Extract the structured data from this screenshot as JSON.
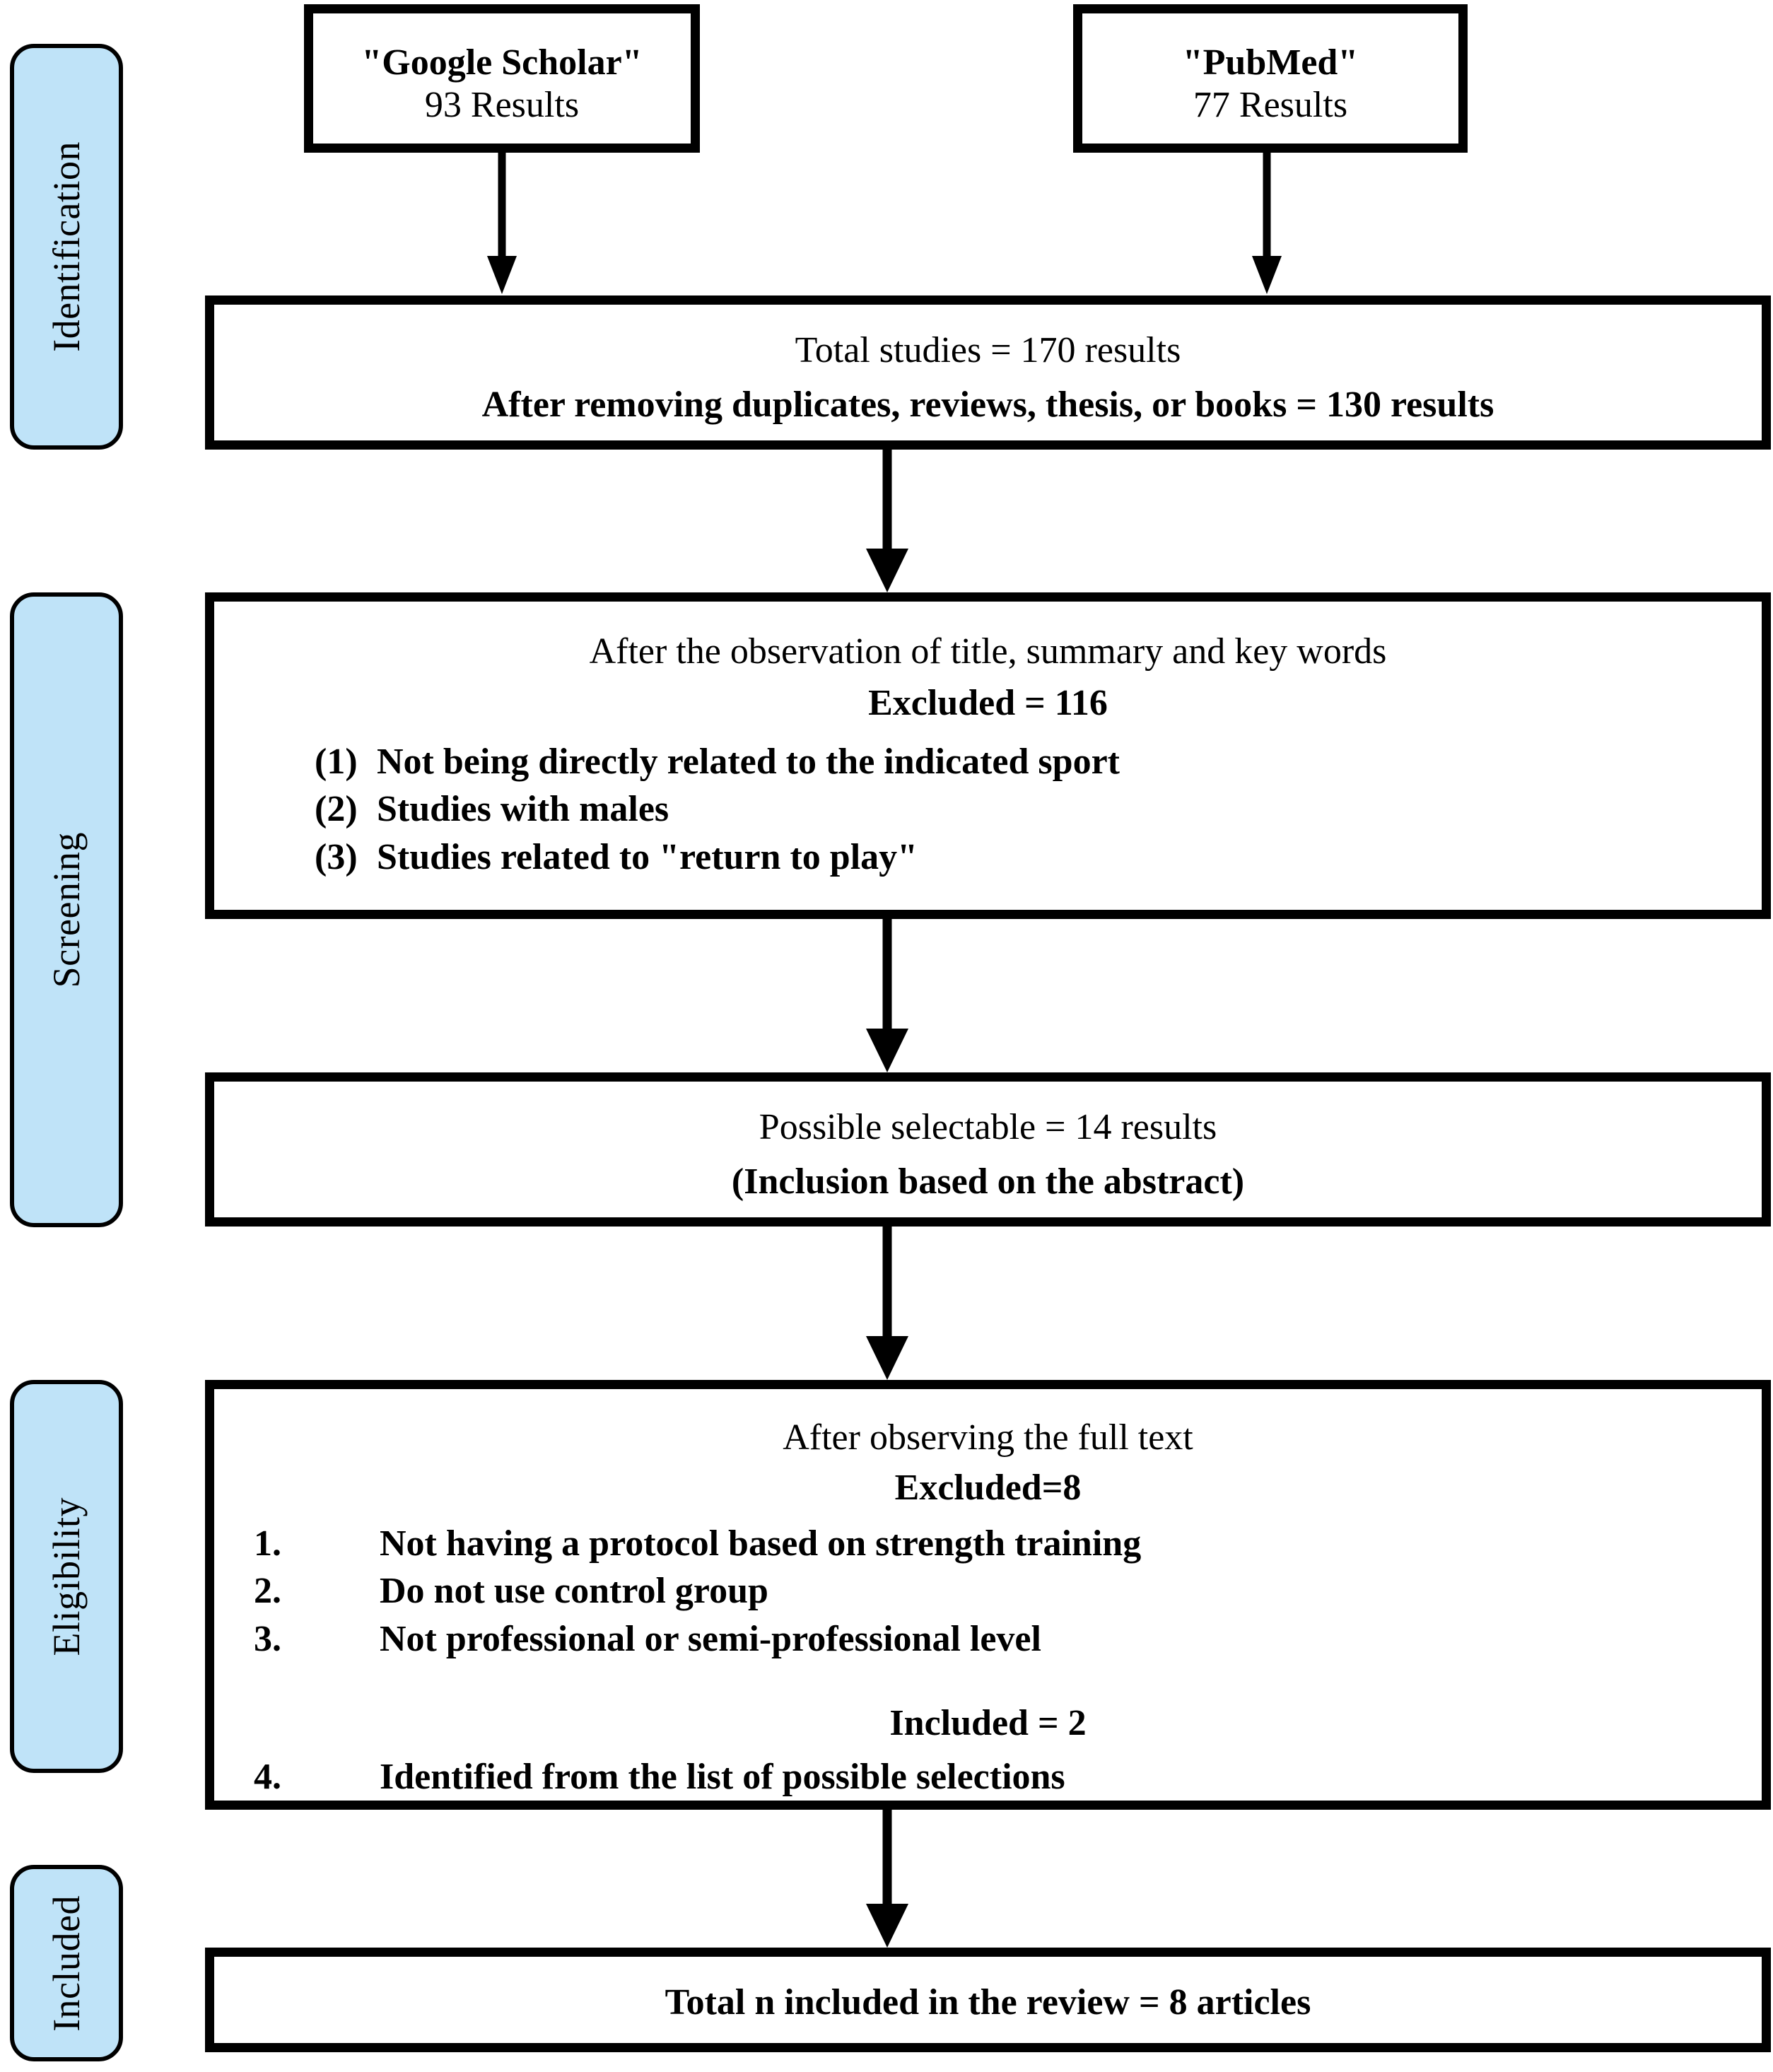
{
  "diagram": {
    "title": "PRISMA flow diagram of study selection",
    "accent_color": "#bfe3f8",
    "border_color": "#000000",
    "background_color": "#ffffff"
  },
  "stages": [
    {
      "label": "Identification"
    },
    {
      "label": "Screening"
    },
    {
      "label": "Eligibility"
    },
    {
      "label": "Included"
    }
  ],
  "sources": [
    {
      "name": "\"Google Scholar\"",
      "results": "93 Results"
    },
    {
      "name": "\"PubMed\"",
      "results": "77 Results"
    }
  ],
  "boxes": {
    "total_studies": {
      "line1": "Total studies = 170 results",
      "line2": "After removing duplicates, reviews, thesis, or books = 130 results"
    },
    "screening": {
      "heading": "After the observation of title, summary and key words",
      "excluded": "Excluded = 116",
      "reasons": [
        {
          "marker": "(1)",
          "text": "Not being directly related to the indicated sport"
        },
        {
          "marker": "(2)",
          "text": "Studies with males"
        },
        {
          "marker": "(3)",
          "text": "Studies related to \"return to play\""
        }
      ]
    },
    "possible_selectable": {
      "line1": "Possible selectable = 14 results",
      "line2": "(Inclusion based on the abstract)"
    },
    "eligibility": {
      "heading": "After observing the full text",
      "excluded": "Excluded=8",
      "reasons": [
        {
          "marker": "1.",
          "text": "Not having a protocol based on strength training"
        },
        {
          "marker": "2.",
          "text": "Do not use control group"
        },
        {
          "marker": "3.",
          "text": "Not professional or semi-professional level"
        }
      ],
      "included": "Included = 2",
      "included_reasons": [
        {
          "marker": "4.",
          "text": "Identified from the list of possible selections"
        }
      ]
    },
    "included_total": {
      "line1": "Total n included in the review = 8 articles"
    }
  },
  "chart_data": {
    "type": "diagram",
    "title": "PRISMA study-selection flow",
    "nodes": [
      {
        "id": "google-scholar",
        "label": "\"Google Scholar\" 93 Results",
        "value": 93,
        "stage": "Identification"
      },
      {
        "id": "pubmed",
        "label": "\"PubMed\" 77 Results",
        "value": 77,
        "stage": "Identification"
      },
      {
        "id": "total-studies",
        "label": "Total studies = 170 results",
        "value": 170,
        "stage": "Identification"
      },
      {
        "id": "after-duplicates",
        "label": "After removing duplicates, reviews, thesis, or books = 130 results",
        "value": 130,
        "stage": "Identification"
      },
      {
        "id": "screening-excluded",
        "label": "Excluded = 116",
        "value": 116,
        "stage": "Screening"
      },
      {
        "id": "possible-selectable",
        "label": "Possible selectable = 14 results",
        "value": 14,
        "stage": "Screening"
      },
      {
        "id": "eligibility-excluded",
        "label": "Excluded=8",
        "value": 8,
        "stage": "Eligibility"
      },
      {
        "id": "eligibility-included",
        "label": "Included = 2",
        "value": 2,
        "stage": "Eligibility"
      },
      {
        "id": "final-included",
        "label": "Total n included in the review = 8 articles",
        "value": 8,
        "stage": "Included"
      }
    ],
    "edges": [
      {
        "from": "google-scholar",
        "to": "total-studies"
      },
      {
        "from": "pubmed",
        "to": "total-studies"
      },
      {
        "from": "total-studies",
        "to": "screening-excluded"
      },
      {
        "from": "screening-excluded",
        "to": "possible-selectable"
      },
      {
        "from": "possible-selectable",
        "to": "eligibility-excluded"
      },
      {
        "from": "eligibility-excluded",
        "to": "final-included"
      }
    ]
  }
}
